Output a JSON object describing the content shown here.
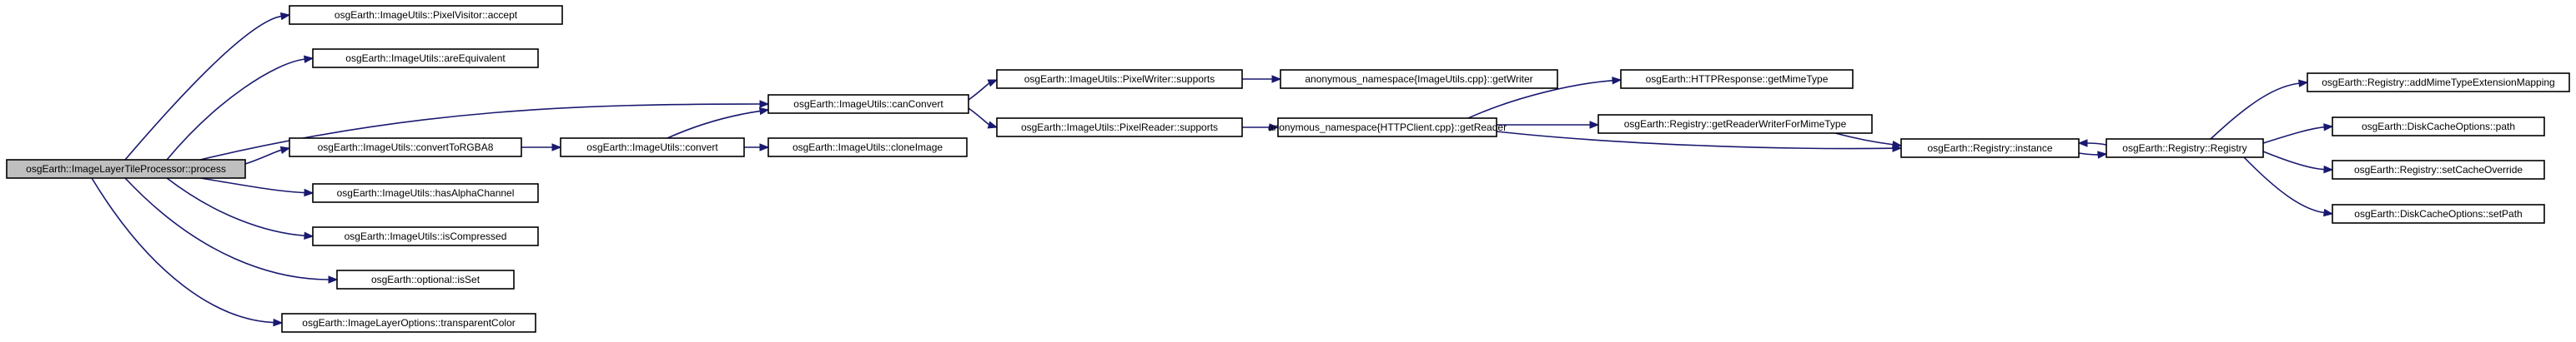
{
  "graph": {
    "nodes": [
      {
        "id": "process",
        "label": "osgEarth::ImageLayerTileProcessor::process",
        "root": true
      },
      {
        "id": "pv_accept",
        "label": "osgEarth::ImageUtils::PixelVisitor::accept"
      },
      {
        "id": "areEq",
        "label": "osgEarth::ImageUtils::areEquivalent"
      },
      {
        "id": "canConvert",
        "label": "osgEarth::ImageUtils::canConvert"
      },
      {
        "id": "toRGBA8",
        "label": "osgEarth::ImageUtils::convertToRGBA8"
      },
      {
        "id": "hasAlpha",
        "label": "osgEarth::ImageUtils::hasAlphaChannel"
      },
      {
        "id": "isComp",
        "label": "osgEarth::ImageUtils::isCompressed"
      },
      {
        "id": "isSet",
        "label": "osgEarth::optional::isSet"
      },
      {
        "id": "transp",
        "label": "osgEarth::ImageLayerOptions::transparentColor"
      },
      {
        "id": "convert",
        "label": "osgEarth::ImageUtils::convert"
      },
      {
        "id": "cloneImg",
        "label": "osgEarth::ImageUtils::cloneImage"
      },
      {
        "id": "pw_supports",
        "label": "osgEarth::ImageUtils::PixelWriter::supports"
      },
      {
        "id": "pr_supports",
        "label": "osgEarth::ImageUtils::PixelReader::supports"
      },
      {
        "id": "getWriter",
        "label": "anonymous_namespace{ImageUtils.cpp}::getWriter"
      },
      {
        "id": "getReader",
        "label": "anonymous_namespace{HTTPClient.cpp}::getReader"
      },
      {
        "id": "getMime",
        "label": "osgEarth::HTTPResponse::getMimeType"
      },
      {
        "id": "getRW",
        "label": "osgEarth::Registry::getReaderWriterForMimeType"
      },
      {
        "id": "instance",
        "label": "osgEarth::Registry::instance"
      },
      {
        "id": "registry",
        "label": "osgEarth::Registry::Registry"
      },
      {
        "id": "addMime",
        "label": "osgEarth::Registry::addMimeTypeExtensionMapping"
      },
      {
        "id": "dcoPath",
        "label": "osgEarth::DiskCacheOptions::path"
      },
      {
        "id": "setCache",
        "label": "osgEarth::Registry::setCacheOverride"
      },
      {
        "id": "dcoSetPath",
        "label": "osgEarth::DiskCacheOptions::setPath"
      }
    ],
    "edges": [
      [
        "process",
        "pv_accept"
      ],
      [
        "process",
        "areEq"
      ],
      [
        "process",
        "canConvert"
      ],
      [
        "process",
        "toRGBA8"
      ],
      [
        "process",
        "hasAlpha"
      ],
      [
        "process",
        "isComp"
      ],
      [
        "process",
        "isSet"
      ],
      [
        "process",
        "transp"
      ],
      [
        "toRGBA8",
        "convert"
      ],
      [
        "convert",
        "canConvert"
      ],
      [
        "convert",
        "cloneImg"
      ],
      [
        "canConvert",
        "pw_supports"
      ],
      [
        "canConvert",
        "pr_supports"
      ],
      [
        "pw_supports",
        "getWriter"
      ],
      [
        "pr_supports",
        "getReader"
      ],
      [
        "getReader",
        "getMime"
      ],
      [
        "getReader",
        "getRW"
      ],
      [
        "getReader",
        "instance"
      ],
      [
        "getRW",
        "instance"
      ],
      [
        "instance",
        "registry"
      ],
      [
        "registry",
        "instance"
      ],
      [
        "registry",
        "addMime"
      ],
      [
        "registry",
        "dcoPath"
      ],
      [
        "registry",
        "setCache"
      ],
      [
        "registry",
        "dcoSetPath"
      ]
    ],
    "colors": {
      "edge": "#191970",
      "root_fill": "#bfbfbf",
      "node_fill": "#ffffff",
      "border": "#000000"
    }
  }
}
